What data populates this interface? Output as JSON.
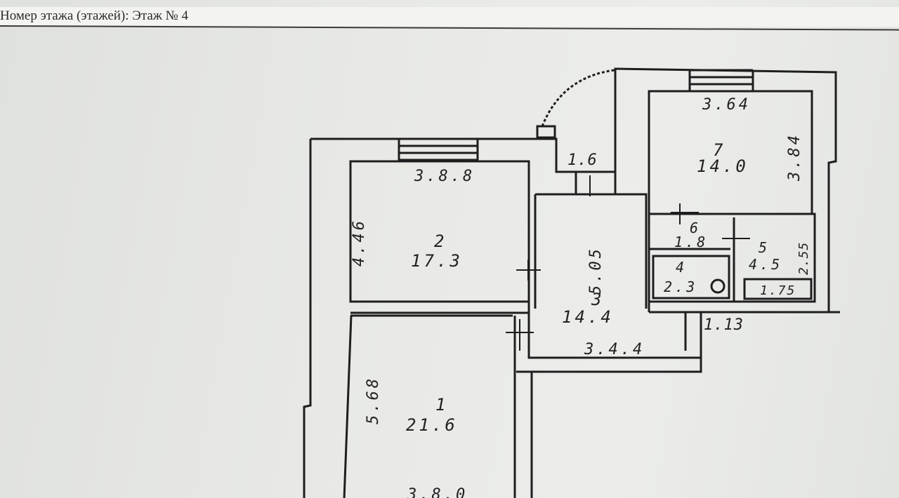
{
  "header": {
    "text": "Номер этажа (этажей): Этаж № 4"
  },
  "rooms": [
    {
      "id": "room-1",
      "number": "1",
      "area": "21.6",
      "dim_side": "5.68",
      "dim_bottom": "3.8.0"
    },
    {
      "id": "room-2",
      "number": "2",
      "area": "17.3",
      "dim_top": "3.8.8",
      "dim_side": "4.46"
    },
    {
      "id": "room-3",
      "number": "3",
      "area": "14.4",
      "dim_side": "5.05",
      "dim_bottom": "3.4.4"
    },
    {
      "id": "room-4",
      "number": "4",
      "area": "2.3"
    },
    {
      "id": "room-5",
      "number": "5",
      "area": "4.5",
      "dim_side": "2.55",
      "dim_bottom": "1.75"
    },
    {
      "id": "room-6",
      "number": "6",
      "area": "1.8"
    },
    {
      "id": "room-7",
      "number": "7",
      "area": "14.0",
      "dim_top": "3.64",
      "dim_side": "3.84"
    }
  ],
  "balcony": {
    "dim": "1.6"
  },
  "corridor": {
    "dim": "1.13"
  },
  "colors": {
    "ink": "#1e1e1e",
    "paper": "#e6e8e5"
  }
}
